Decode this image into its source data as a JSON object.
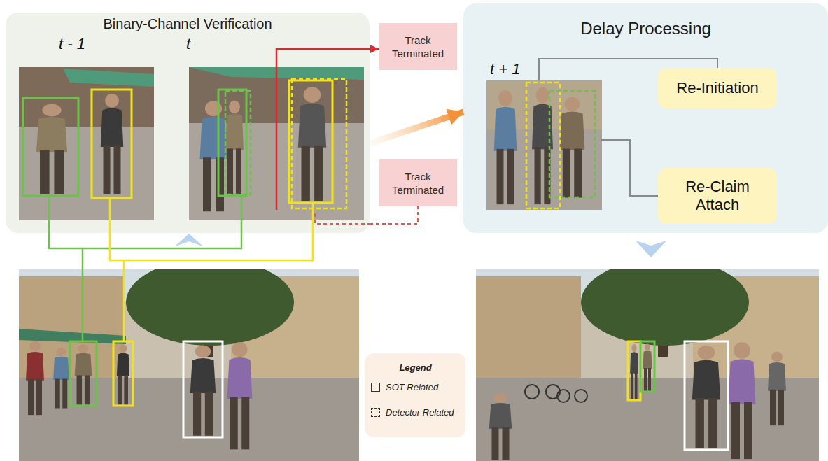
{
  "diagram": {
    "nodes": [
      {
        "text": [
          "Binary-Channel Verification"
        ]
      },
      {
        "text": [
          "Track Terminated"
        ]
      },
      {
        "text": [
          "Track Terminated"
        ]
      },
      {
        "text": [
          "Delay Processing"
        ]
      },
      {
        "text": [
          "Re-Initiation"
        ],
        "in": 3
      },
      {
        "text": [
          "Re-Claim Attach"
        ],
        "in": 3
      }
    ],
    "edges": [
      {
        "from": 0,
        "to": 1,
        "arrow": "to"
      },
      {
        "from": 0,
        "to": 2,
        "arrow": "none"
      },
      {
        "from": 0,
        "to": 3,
        "arrow": "to"
      }
    ],
    "labels": [
      "t - 1",
      "t",
      "t + 1",
      "Legend"
    ],
    "legend": [
      {
        "text": "SOT Related"
      },
      {
        "text": "Detector Related"
      }
    ]
  }
}
